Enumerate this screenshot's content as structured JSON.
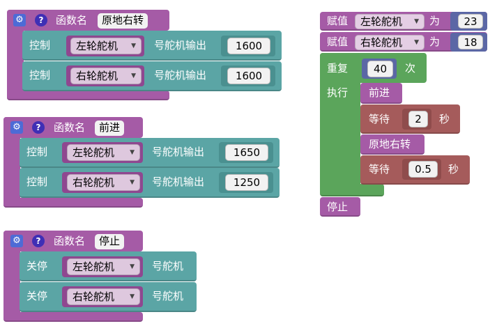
{
  "func1": {
    "label": "函数名",
    "name": "原地右转",
    "rows": [
      {
        "label": "控制",
        "motor": "左轮舵机",
        "suffix": "号舵机输出",
        "value": "1600"
      },
      {
        "label": "控制",
        "motor": "右轮舵机",
        "suffix": "号舵机输出",
        "value": "1600"
      }
    ]
  },
  "func2": {
    "label": "函数名",
    "name": "前进",
    "rows": [
      {
        "label": "控制",
        "motor": "左轮舵机",
        "suffix": "号舵机输出",
        "value": "1650"
      },
      {
        "label": "控制",
        "motor": "右轮舵机",
        "suffix": "号舵机输出",
        "value": "1250"
      }
    ]
  },
  "func3": {
    "label": "函数名",
    "name": "停止",
    "rows": [
      {
        "label": "关停",
        "motor": "左轮舵机",
        "suffix": "号舵机"
      },
      {
        "label": "关停",
        "motor": "右轮舵机",
        "suffix": "号舵机"
      }
    ]
  },
  "main": {
    "assign": [
      {
        "label": "赋值",
        "var": "左轮舵机",
        "to": "为",
        "value": "23"
      },
      {
        "label": "赋值",
        "var": "右轮舵机",
        "to": "为",
        "value": "18"
      }
    ],
    "repeat": {
      "label": "重复",
      "count": "40",
      "unit": "次",
      "do_label": "执行"
    },
    "body": [
      {
        "call": "前进"
      },
      {
        "wait_label": "等待",
        "value": "2",
        "unit": "秒"
      },
      {
        "call": "原地右转"
      },
      {
        "wait_label": "等待",
        "value": "0.5",
        "unit": "秒"
      }
    ],
    "stop": "停止"
  },
  "colors": {
    "procedure": "#a55ba6",
    "servo": "#5ba5a5",
    "loop": "#5ba55b",
    "wait": "#a55b5b",
    "variable": "#5b67a5"
  },
  "icons": {
    "gear": "gear-icon",
    "help": "help-icon",
    "dropdown": "chevron-down-icon"
  }
}
